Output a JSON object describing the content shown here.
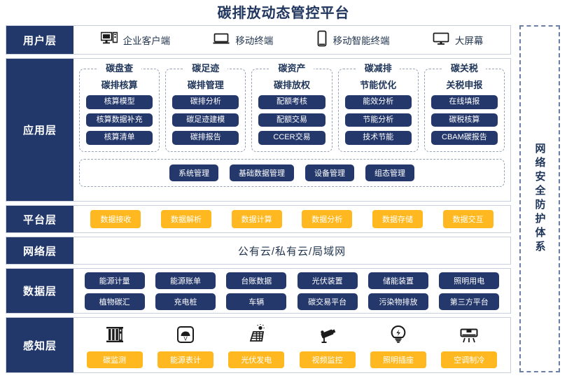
{
  "title": "碳排放动态管控平台",
  "security_panel": {
    "label": "网络安全防护体系"
  },
  "layers": {
    "user": {
      "label": "用户层",
      "items": [
        {
          "icon": "desktop-tower-icon",
          "label": "企业客户端"
        },
        {
          "icon": "laptop-icon",
          "label": "移动终端"
        },
        {
          "icon": "smartphone-icon",
          "label": "移动智能终端"
        },
        {
          "icon": "large-screen-icon",
          "label": "大屏幕"
        }
      ]
    },
    "application": {
      "label": "应用层",
      "columns": [
        {
          "title": "碳盘查",
          "sub_title": "碳排核算",
          "items": [
            "核算模型",
            "核算数据补充",
            "核算清单"
          ]
        },
        {
          "title": "碳足迹",
          "sub_title": "碳排管理",
          "items": [
            "碳排分析",
            "碳足迹建模",
            "碳排报告"
          ]
        },
        {
          "title": "碳资产",
          "sub_title": "碳排放权",
          "items": [
            "配额考核",
            "配额交易",
            "CCER交易"
          ]
        },
        {
          "title": "碳减排",
          "sub_title": "节能优化",
          "items": [
            "能效分析",
            "节能分析",
            "技术节能"
          ]
        },
        {
          "title": "碳关税",
          "sub_title": "关税申报",
          "items": [
            "在线填报",
            "碳税核算",
            "CBAM碳报告"
          ]
        }
      ],
      "management": [
        "系统管理",
        "基础数据管理",
        "设备管理",
        "组态管理"
      ]
    },
    "platform": {
      "label": "平台层",
      "items": [
        "数据接收",
        "数据解析",
        "数据计算",
        "数据分析",
        "数据存储",
        "数据交互"
      ]
    },
    "network": {
      "label": "网络层",
      "text": "公有云/私有云/局域网"
    },
    "data": {
      "label": "数据层",
      "row1": [
        "能源计量",
        "能源账单",
        "台账数据",
        "光伏装置",
        "储能装置",
        "照明用电"
      ],
      "row2": [
        "植物碳汇",
        "充电桩",
        "车辆",
        "碳交易平台",
        "污染物排放",
        "第三方平台"
      ]
    },
    "sense": {
      "label": "感知层",
      "items": [
        {
          "icon": "carbon-monitor-icon",
          "label": "碳监测"
        },
        {
          "icon": "energy-meter-icon",
          "label": "能源表计"
        },
        {
          "icon": "solar-panel-icon",
          "label": "光伏发电"
        },
        {
          "icon": "cctv-camera-icon",
          "label": "视频监控"
        },
        {
          "icon": "light-bulb-icon",
          "label": "照明插座"
        },
        {
          "icon": "air-conditioner-icon",
          "label": "空调制冷"
        }
      ]
    }
  },
  "colors": {
    "navy": "#24386c",
    "label_navy": "#22386a",
    "amber": "#FFB81F",
    "title": "#21365e"
  }
}
